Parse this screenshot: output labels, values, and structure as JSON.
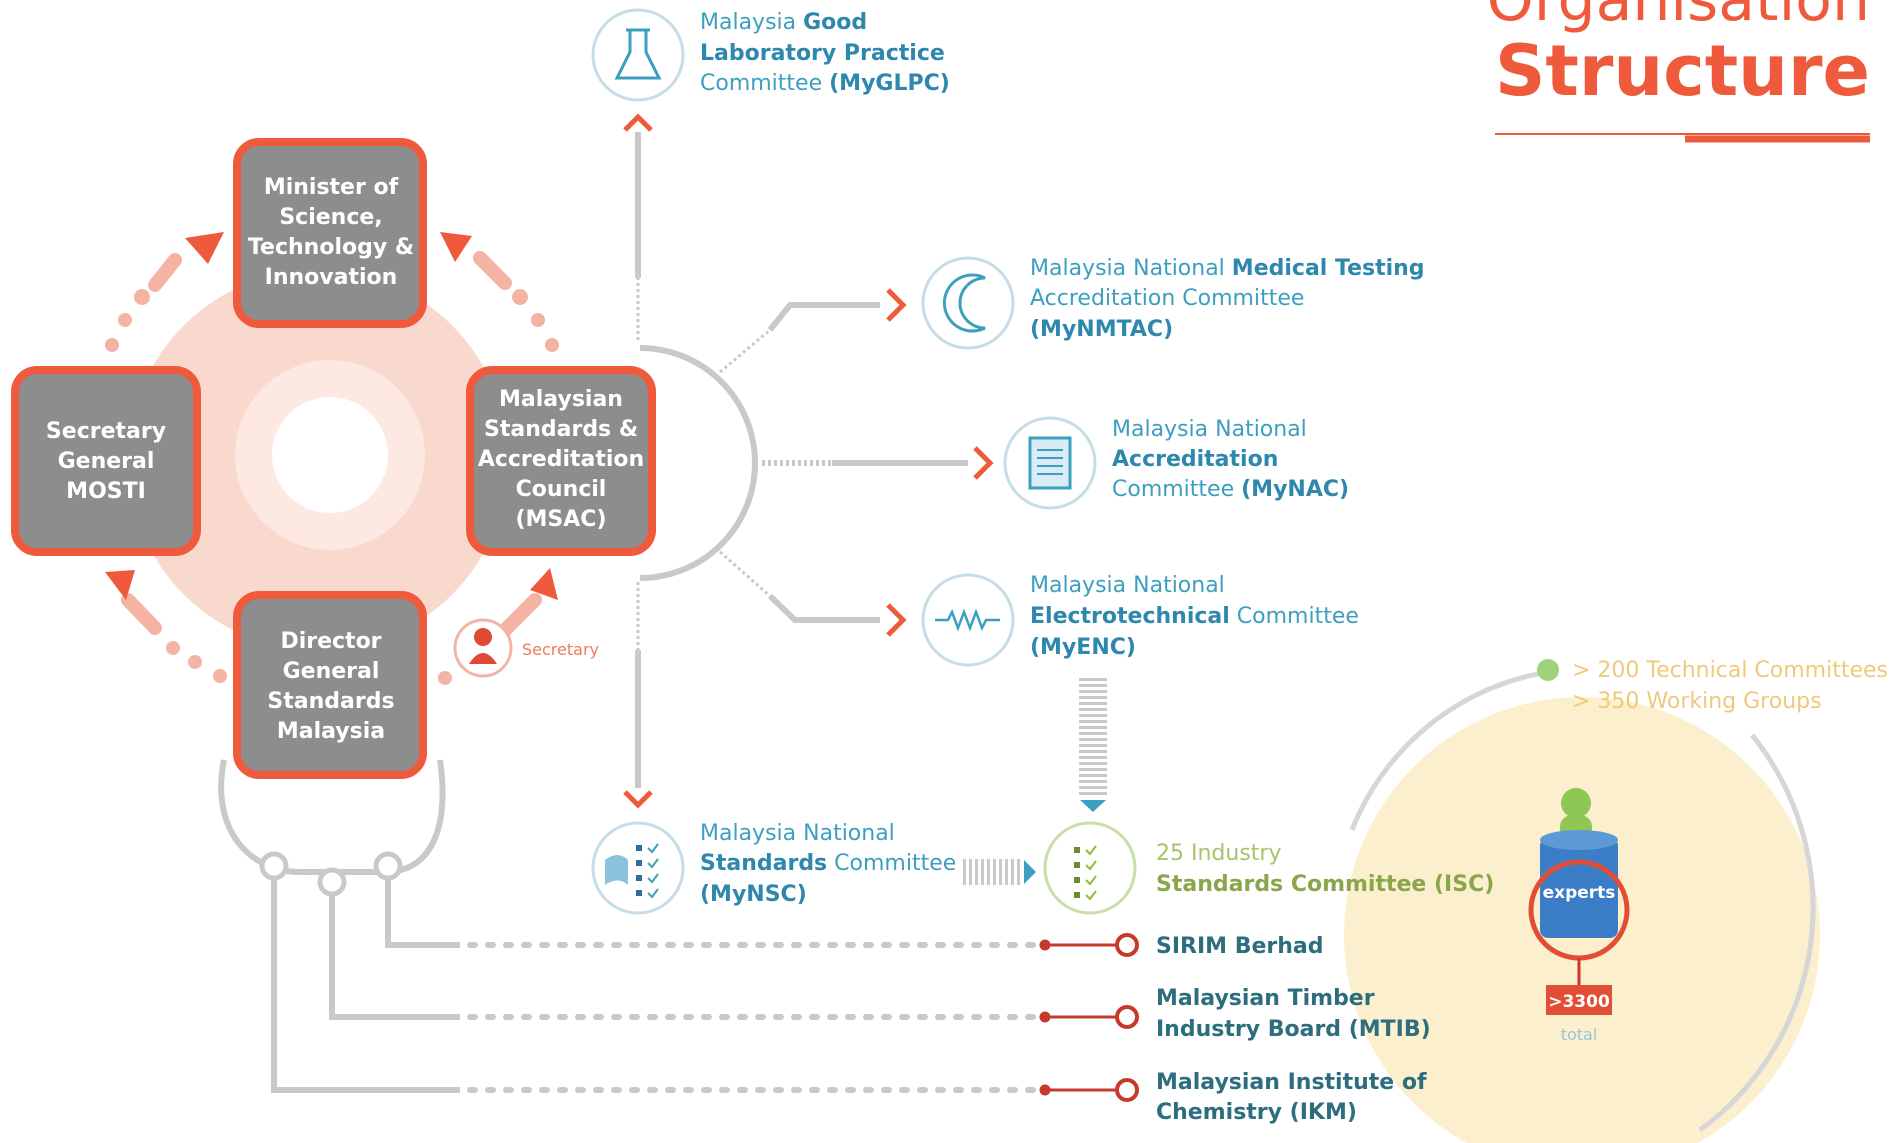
{
  "title": {
    "line1": "Organisation",
    "line2": "Structure"
  },
  "center_boxes": {
    "minister": [
      "Minister of",
      "Science,",
      "Technology &",
      "Innovation"
    ],
    "secretary_general": [
      "Secretary",
      "General",
      "MOSTI"
    ],
    "msac": [
      "Malaysian",
      "Standards &",
      "Accreditation",
      "Council",
      "(MSAC)"
    ],
    "director_general": [
      "Director",
      "General",
      "Standards",
      "Malaysia"
    ]
  },
  "secretary_label": "Secretary",
  "committees": {
    "myglpc": {
      "line1_a": "Malaysia ",
      "line1_b": "Good",
      "line2_b": "Laboratory Practice",
      "line3_a": "Committee ",
      "line3_b": "(MyGLPC)"
    },
    "mynmtac": {
      "line1_a": "Malaysia National ",
      "line1_b": "Medical Testing",
      "line2_a": "Accreditation Committee",
      "line3_b": "(MyNMTAC)"
    },
    "mynac": {
      "line1_a": "Malaysia National",
      "line2_b": "Accreditation",
      "line3_a": "Committee ",
      "line3_b": "(MyNAC)"
    },
    "myenc": {
      "line1_a": "Malaysia National",
      "line2_b": "Electrotechnical",
      "line2_a": " Committee",
      "line3_b": "(MyENC)"
    },
    "mynsc": {
      "line1_a": "Malaysia National",
      "line2_b": "Standards",
      "line2_a": " Committee",
      "line3_b": "(MyNSC)"
    },
    "isc": {
      "line1_a": "25 Industry",
      "line2_b": "Standards Committee (ISC)"
    }
  },
  "organizations": {
    "sirim": [
      "SIRIM Berhad"
    ],
    "mtib": [
      "Malaysian Timber",
      "Industry Board (MTIB)"
    ],
    "ikm": [
      "Malaysian Institute of",
      "Chemistry (IKM)"
    ]
  },
  "technical": {
    "tc": "> 200 Technical Committees",
    "wg": "> 350 Working Groups",
    "experts": "experts",
    "count": ">3300",
    "total": "total"
  },
  "colors": {
    "accent": "#ef5a3c",
    "box_fill": "#8d8d8d",
    "blue": "#3d9fc0",
    "green": "#8fbc3b",
    "yellow_bg": "#fcecc4",
    "grey_line": "#c9c9c9",
    "dark_red": "#c63a2b"
  }
}
